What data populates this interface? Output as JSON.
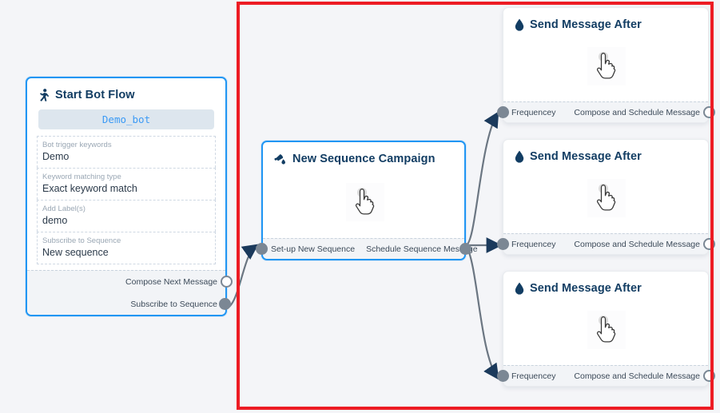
{
  "canvas": {
    "background_color": "#f4f5f8",
    "highlight_box_color": "#ed1c24"
  },
  "nodes": {
    "start_bot_flow": {
      "title": "Start Bot Flow",
      "icon": "running-person-icon",
      "bot_name": "Demo_bot",
      "fields": [
        {
          "label": "Bot trigger keywords",
          "value": "Demo"
        },
        {
          "label": "Keyword matching type",
          "value": "Exact keyword match"
        },
        {
          "label": "Add Label(s)",
          "value": "demo"
        },
        {
          "label": "Subscribe to Sequence",
          "value": "New sequence"
        }
      ],
      "ports": [
        {
          "label": "Compose Next Message",
          "style": "hollow"
        },
        {
          "label": "Subscribe to Sequence",
          "style": "filled"
        }
      ]
    },
    "new_sequence_campaign": {
      "title": "New Sequence Campaign",
      "icon": "paint-pour-icon",
      "cursor": "pointing-hand-cursor",
      "port_in": "Set-up New Sequence",
      "port_out": "Schedule Sequence Message"
    },
    "send_message_after": [
      {
        "title": "Send Message After",
        "icon": "droplet-icon",
        "cursor": "pointing-hand-cursor",
        "port_in": "Frequencey",
        "port_out": "Compose and Schedule Message"
      },
      {
        "title": "Send Message After",
        "icon": "droplet-icon",
        "cursor": "pointing-hand-cursor",
        "port_in": "Frequencey",
        "port_out": "Compose and Schedule Message"
      },
      {
        "title": "Send Message After",
        "icon": "droplet-icon",
        "cursor": "pointing-hand-cursor",
        "port_in": "Frequencey",
        "port_out": "Compose and Schedule Message"
      }
    ]
  }
}
